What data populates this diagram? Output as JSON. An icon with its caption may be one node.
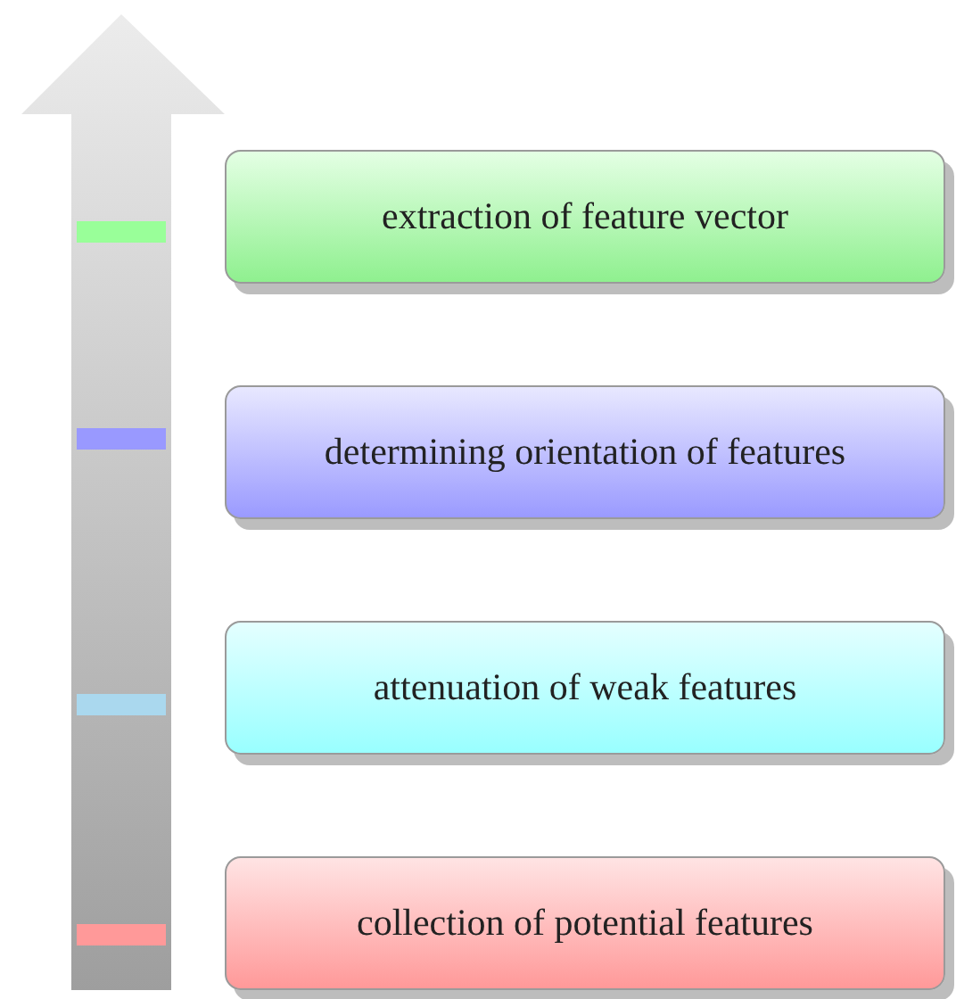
{
  "diagram": {
    "nodes": [
      {
        "text": [
          "extraction of feature vector"
        ]
      },
      {
        "text": [
          "determining orientation of features"
        ]
      },
      {
        "text": [
          "attenuation of weak features"
        ]
      },
      {
        "text": [
          "collection of potential features"
        ]
      }
    ]
  }
}
